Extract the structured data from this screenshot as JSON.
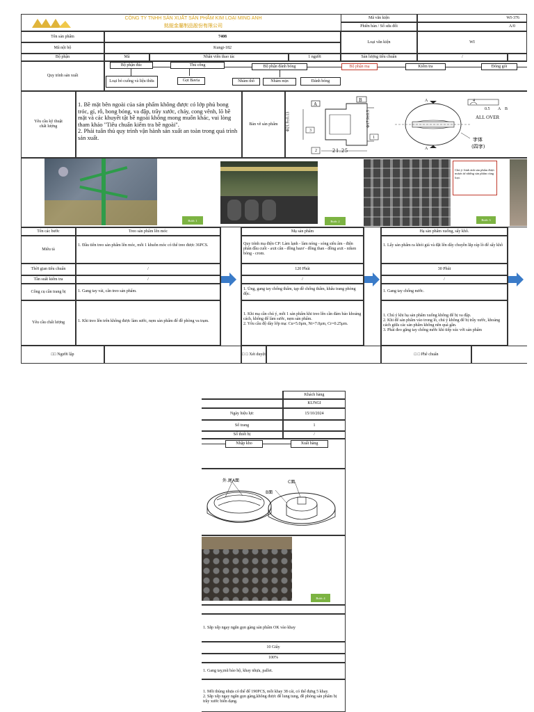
{
  "header": {
    "company_vi": "CÔNG TY TNHH SẢN XUẤT SẢN PHẨM KIM LOẠI MING ANH",
    "company_cn": "銘鋐金屬制品股份有限公司",
    "doc_code_label": "Mã văn kiện",
    "doc_code": "WI-376",
    "version_label": "Phiên bản / Số sửa đổi",
    "version": "A/0",
    "doc_type_label": "Loại văn kiện",
    "doc_type": "WI"
  },
  "info": {
    "product_name_label": "Tên sản phẩm",
    "product_name": "7408",
    "internal_code_label": "Mã nội bộ",
    "internal_code": "Kungi-182",
    "dept_label": "Bộ phận",
    "dept_code": "Mã",
    "operator_label": "Nhân viên thao tác",
    "operator_count": "1 người",
    "std_output_label": "Sản lượng tiêu chuẩn",
    "std_output": "/"
  },
  "process": {
    "label": "Quy trình sản xuất",
    "steps": [
      "Bộ phận đúc",
      "Thủ công",
      "Bộ phận đánh bóng",
      "Bộ phận mạ",
      "Kiểm tra",
      "Đóng gói",
      "Nhập kho",
      "Xuất hàng"
    ],
    "sub": [
      "Loại bỏ cuống và liệu thừa",
      "Gọt Bavia",
      "Nhám thô",
      "Nhám mịn",
      "Đánh bóng"
    ]
  },
  "quality": {
    "label": "Yêu cầu kỹ thuật chất lượng",
    "text": "1. Bề mặt bên ngoài của sản phẩm không được có lớp phủ bong tróc, gỉ, rỗ, bong bóng, va đập, trầy xước, cháy, cong vênh, lõ bề mặt và các khuyết tật bề ngoài không mong muốn khác, vui lòng tham khảo \"Tiêu chuẩn kiểm tra bề ngoài\".\n2. Phải tuân thủ quy trình vận hành sản xuất an toàn trong quá trình sản xuất.",
    "drawing_label": "Bản vẽ sản phẩm",
    "dim1": "21.25",
    "dim2": "Φ21.9±0.13",
    "dim3": "Φ17.9±0.5",
    "drawing_b": "B",
    "drawing_a": "A",
    "drawing_box1": "3",
    "drawing_box2": "2",
    "drawing_box3": "1",
    "drawing_box4": "4",
    "tol": "0.5",
    "tol_a": "A",
    "tol_b": "B",
    "all_over": "ALL OVER",
    "font_note": "字体",
    "font_note2": "(四字)"
  },
  "photos": {
    "note": "Chú ý: hình ảnh sản phẩm được mượn từ những sản phẩm cùng loại.",
    "tags": [
      "Bước 1",
      "Bước 2",
      "Bước 3",
      "Bước 4"
    ]
  },
  "table": {
    "row_labels": [
      "Tên các bước",
      "Miêu tả",
      "Thời gian tiêu chuẩn",
      "Tần suất kiểm tra",
      "Công cụ cần trang bị",
      "Yêu cầu chất lượng"
    ],
    "steps": [
      {
        "name": "Treo sản phẩm lên móc",
        "desc": "1. Đầu tiên treo sản phẩm lên móc, mỗi 1 khuôn móc có thể treo được 36PCS.",
        "time": "/",
        "freq": "/",
        "tools": "1. Gang tay vải, cân treo sản phẩm.",
        "quality": "1. Khi treo lên trên không được làm sước, nẹm sản phẩm để đề phòng va trạm."
      },
      {
        "name": "Mạ sản phẩm",
        "desc": "Quy trình mạ điện CP: Làm lạnh - làm nóng - sóng siêu âm - điện phân đầu cuối - axit cân - đồng bazơ - đồng than - đồng axit - niken bóng - crom.",
        "time": "120 Phút",
        "freq": "/",
        "tools": "1. Ủng, gang tay chống thấm, tạp dề chống thấm, khẩu trang phòng độc.",
        "quality": "1. Khi mạ cần chú ý, mỗi 1 sản phẩm khi treo lên cần đảm bảo khoảng cách, không để làm sước, nẹm sản phẩm.\n2. Yêu cầu độ dày lớp mạ: Cu=5.0μm, Ni=7.0μm, Cr=0.25μm."
      },
      {
        "name": "Hạ sản phẩm xuống, sấy khô.",
        "desc": "1. Lấy sản phẩm ra khỏi giá và đặt lên dây chuyền lắp ráp lò để sấy khô",
        "time": "30 Phút",
        "freq": "/",
        "tools": "1. Gang tay chống nước.",
        "quality": "1. Chú ý khi hạ sản phẩm xuống không để bị va đập.\n2. Khi để sản phẩm vào trong lò, chú ý không để bị trầy xước, khoảng cách giữa các sản phẩm không nên quá gần.\n3. Phải đeo găng tay chống nước khi tiếp xúc với sản phẩm"
      }
    ],
    "creator_label": "□□ Người lập",
    "reviewer_label": "□ □ Xét duyệt",
    "approver_label": "□ □ Phê chuẩn"
  },
  "page2": {
    "customer_label": "Khách hàng",
    "customer": "KUNGI",
    "effective_label": "Ngày hiệu lực",
    "effective": "15/10/2024",
    "pages_label": "Số trang",
    "pages": "1",
    "device_label": "Số thiết bị",
    "device": "/",
    "sketch_outer": "外.尾A面",
    "sketch_c": "C面",
    "sketch_b": "B面",
    "step4_desc": "1. Sắp xếp ngay ngắn gọn gàng sản phẩm OK vào khay",
    "step4_time": "10 Giây",
    "step4_freq": "100%",
    "step4_tools": "1. Gang tay,mũ bảo hộ, khay nhựa, pallet.",
    "step4_quality": "1. Mỗi thùng nhựa có thể để 190PCS, mỗi khay 38 cái, có thể đựng 5 khay.\n2. Sắp xếp ngay ngắn gọn gàng,không được để lung tung, đề phòng sản phẩm bị trầy xước biến dạng."
  }
}
